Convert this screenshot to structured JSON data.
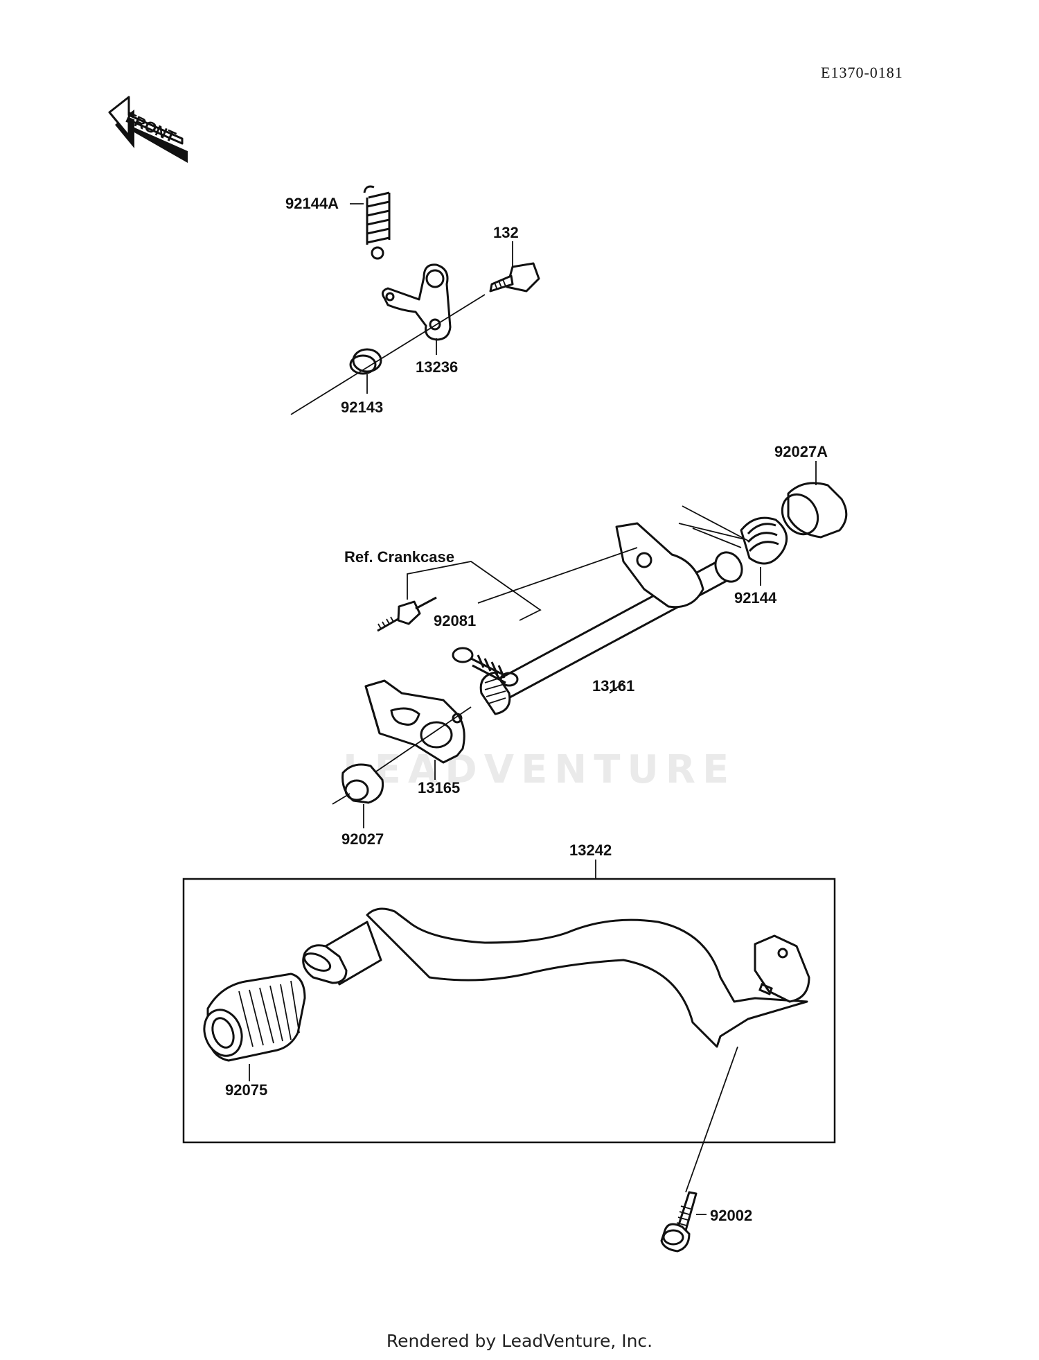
{
  "header": {
    "ref_code": "E1370-0181"
  },
  "arrow": {
    "label": "FRONT"
  },
  "parts": {
    "p92144A": "92144A",
    "p132": "132",
    "p13236": "13236",
    "p92143": "92143",
    "p92027A": "92027A",
    "ref_crankcase": "Ref. Crankcase",
    "p92144": "92144",
    "p92081": "92081",
    "p13161": "13161",
    "p13165": "13165",
    "p92027": "92027",
    "p13242": "13242",
    "p92075": "92075",
    "p92002": "92002"
  },
  "watermark": "LEADVENTURE",
  "footer": {
    "text": "Rendered by LeadVenture, Inc."
  }
}
